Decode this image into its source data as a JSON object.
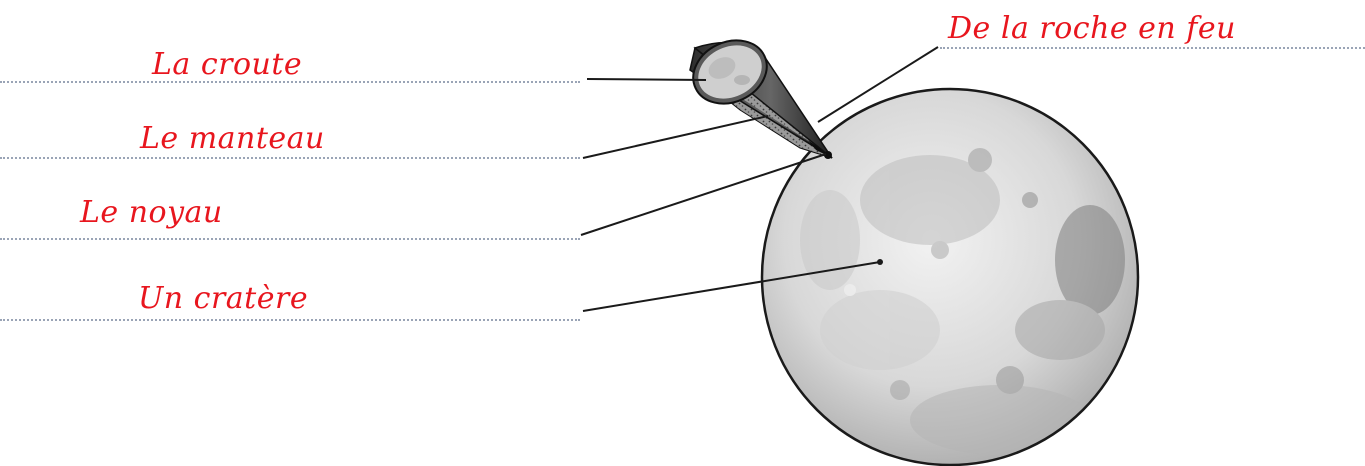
{
  "worksheet": {
    "answer_color": "#e8161e",
    "labels": [
      {
        "text": "La croute",
        "target": "crust"
      },
      {
        "text": "Le manteau",
        "target": "mantle"
      },
      {
        "text": "Le noyau",
        "target": "core"
      },
      {
        "text": "Un cratère",
        "target": "crater"
      },
      {
        "text": "De la roche en feu",
        "target": "molten-rock"
      }
    ]
  }
}
